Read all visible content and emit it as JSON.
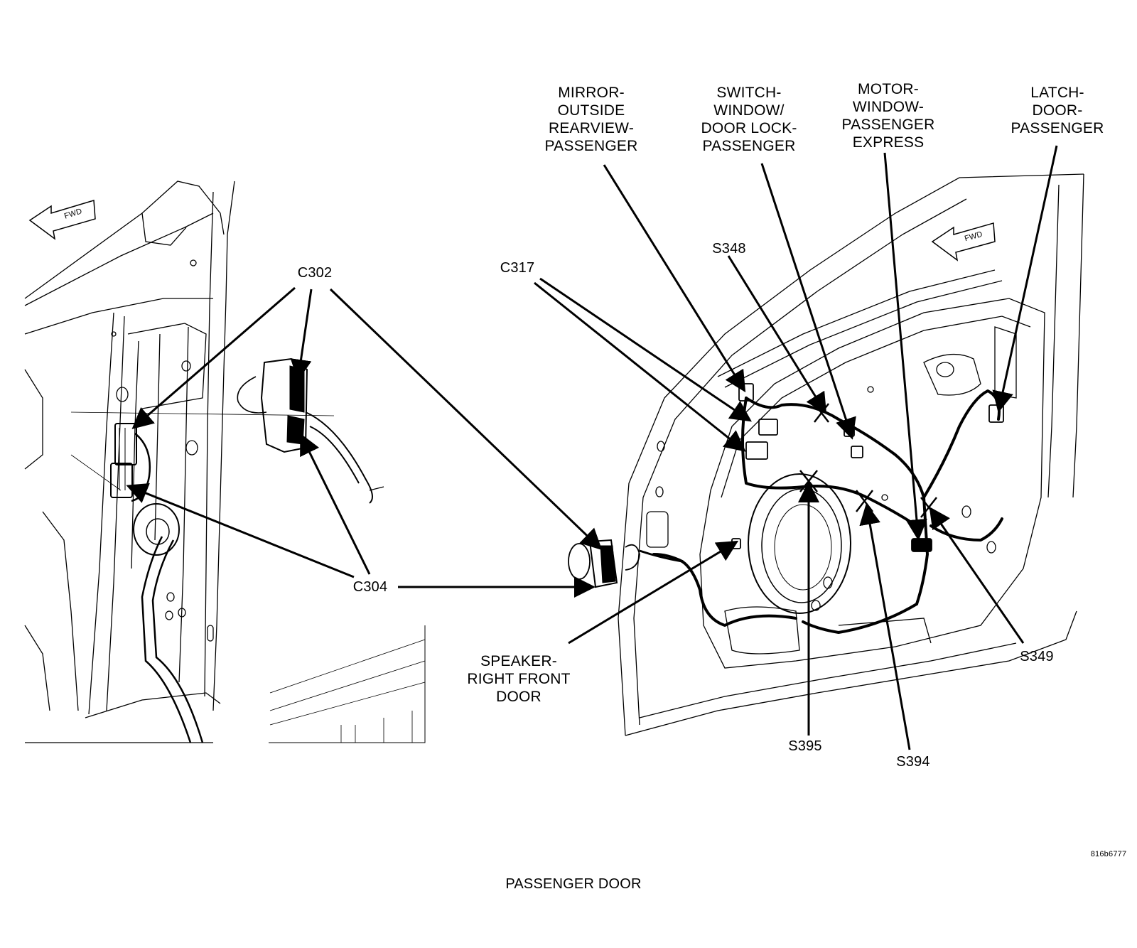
{
  "diagram": {
    "caption": "PASSENGER DOOR",
    "figure_id": "816b6777",
    "direction_marker": "FWD",
    "component_labels": {
      "mirror": [
        "MIRROR-",
        "OUTSIDE",
        "REARVIEW-",
        "PASSENGER"
      ],
      "switch": [
        "SWITCH-",
        "WINDOW/",
        "DOOR LOCK-",
        "PASSENGER"
      ],
      "motor": [
        "MOTOR-",
        "WINDOW-",
        "PASSENGER",
        "EXPRESS"
      ],
      "latch": [
        "LATCH-",
        "DOOR-",
        "PASSENGER"
      ],
      "speaker": [
        "SPEAKER-",
        "RIGHT FRONT",
        "DOOR"
      ]
    },
    "connector_labels": {
      "c302": "C302",
      "c304": "C304",
      "c317": "C317"
    },
    "splice_labels": {
      "s348": "S348",
      "s349": "S349",
      "s394": "S394",
      "s395": "S395"
    }
  },
  "colors": {
    "ink": "#000000",
    "background": "#ffffff"
  }
}
